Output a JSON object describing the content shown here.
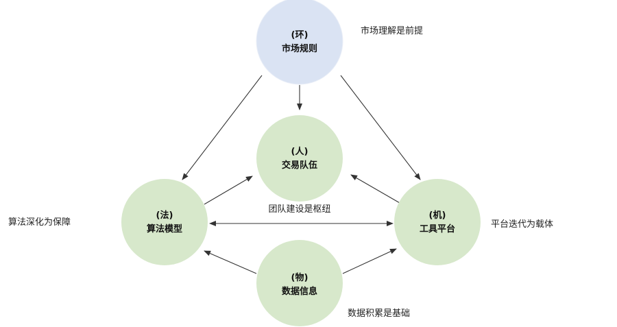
{
  "nodes": {
    "huan": {
      "tag": "(环)",
      "name": "市场规则",
      "color": "#dae3f3"
    },
    "ren": {
      "tag": "(人)",
      "name": "交易队伍",
      "color": "#d7e8cb"
    },
    "fa": {
      "tag": "(法)",
      "name": "算法模型",
      "color": "#d7e8cb"
    },
    "ji": {
      "tag": "(机)",
      "name": "工具平台",
      "color": "#d7e8cb"
    },
    "wu": {
      "tag": "(物)",
      "name": "数据信息",
      "color": "#d7e8cb"
    }
  },
  "captions": {
    "market": "市场理解是前提",
    "algorithm": "算法深化为保障",
    "team": "团队建设是枢纽",
    "platform": "平台迭代为载体",
    "data": "数据积累是基础"
  }
}
